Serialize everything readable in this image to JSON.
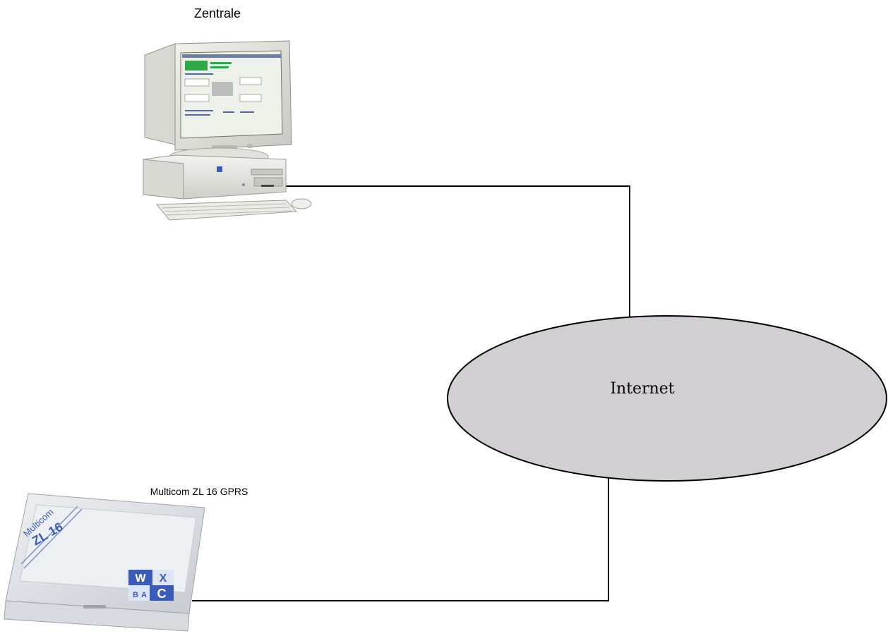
{
  "nodes": {
    "central": {
      "label": "Zentrale",
      "device": "desktop-computer-icon"
    },
    "internet": {
      "label": "Internet",
      "shape": "ellipse"
    },
    "device": {
      "label": "Multicom ZL 16 GPRS",
      "device": "modem-icon",
      "brand_text": "Multicom",
      "model_text": "ZL 16",
      "logo_letters": [
        "W",
        "X",
        "B",
        "A",
        "C"
      ]
    }
  },
  "connections": [
    {
      "from": "central",
      "to": "internet",
      "arrow": "end"
    },
    {
      "from": "device",
      "to": "internet",
      "arrow": "end"
    }
  ],
  "colors": {
    "background": "#ffffff",
    "ellipse_fill": "#d2cfd2",
    "line": "#000000",
    "monitor_screen": "#eef0ea",
    "screen_accent": "#2fa84a",
    "logo_blue": "#3a5cb8"
  }
}
